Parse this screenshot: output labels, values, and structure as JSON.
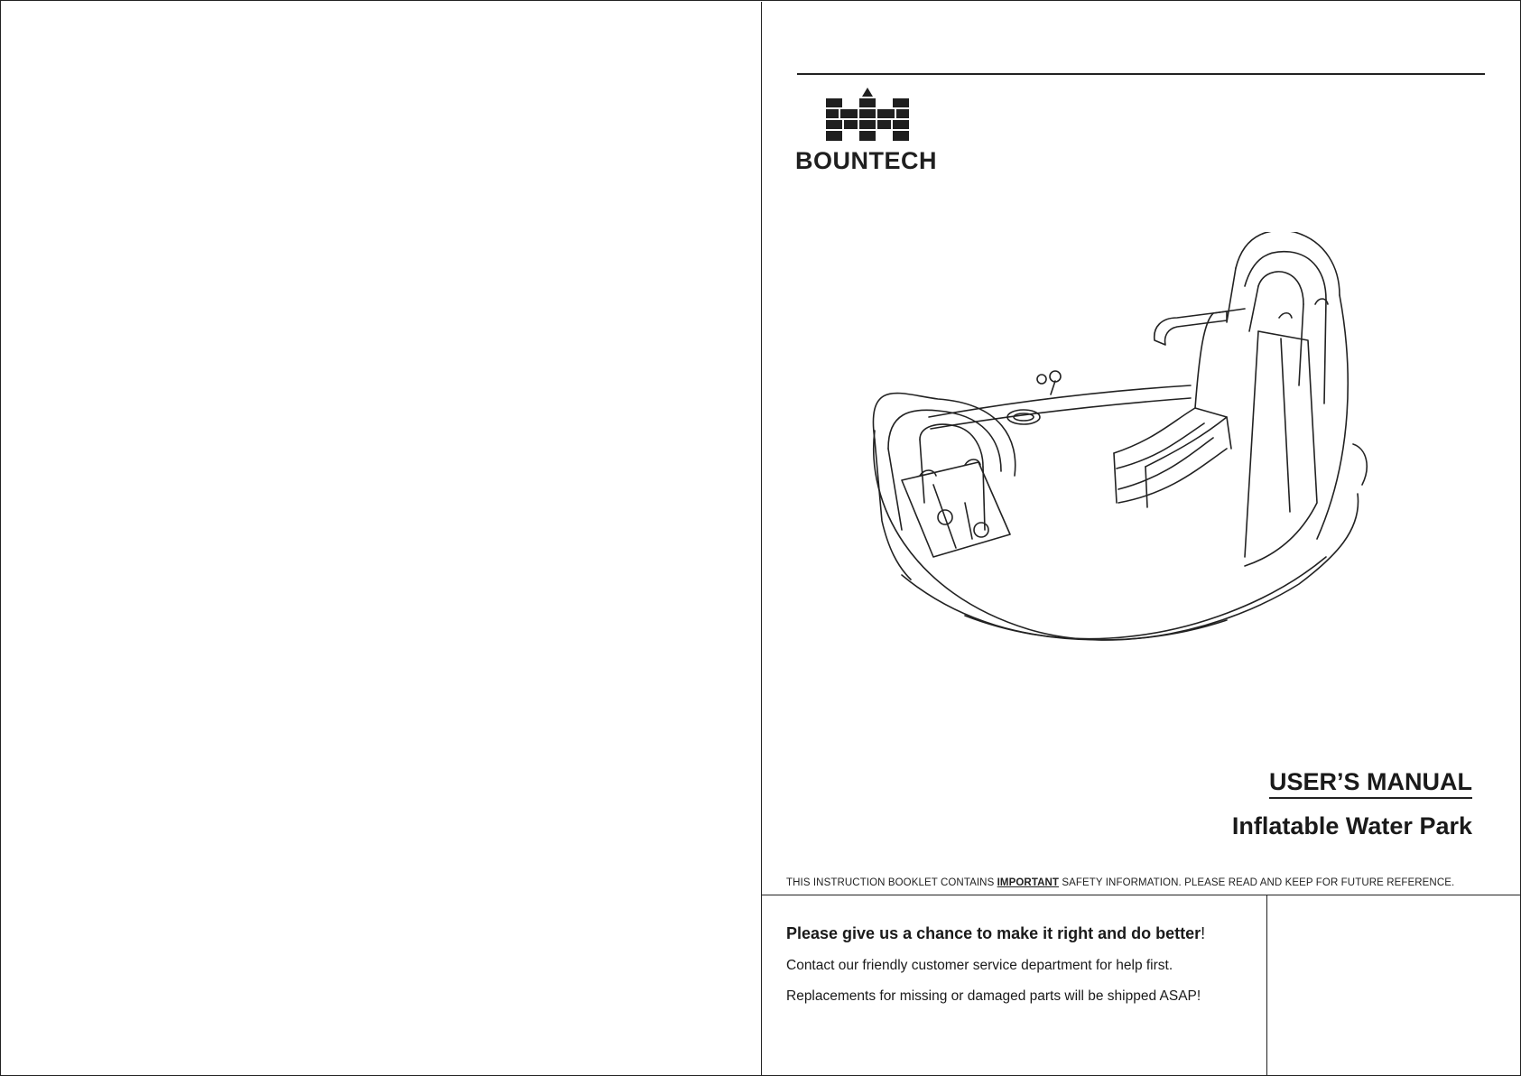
{
  "brand": {
    "name": "BOUNTECH"
  },
  "cover": {
    "manual_title": "USER’S MANUAL",
    "product_name": "Inflatable Water Park",
    "safety_note_before": "THIS INSTRUCTION BOOKLET CONTAINS ",
    "safety_note_emphasis": "IMPORTANT",
    "safety_note_after": " SAFETY INFORMATION. PLEASE READ AND KEEP FOR FUTURE REFERENCE."
  },
  "support": {
    "heading": "Please give us a chance to make it right and do better",
    "heading_end": "!",
    "line1": "Contact our friendly customer service department for help first.",
    "line2": "Replacements for missing or damaged parts will be shipped ASAP!"
  },
  "illustration": {
    "icon": "inflatable-water-park-icon"
  }
}
